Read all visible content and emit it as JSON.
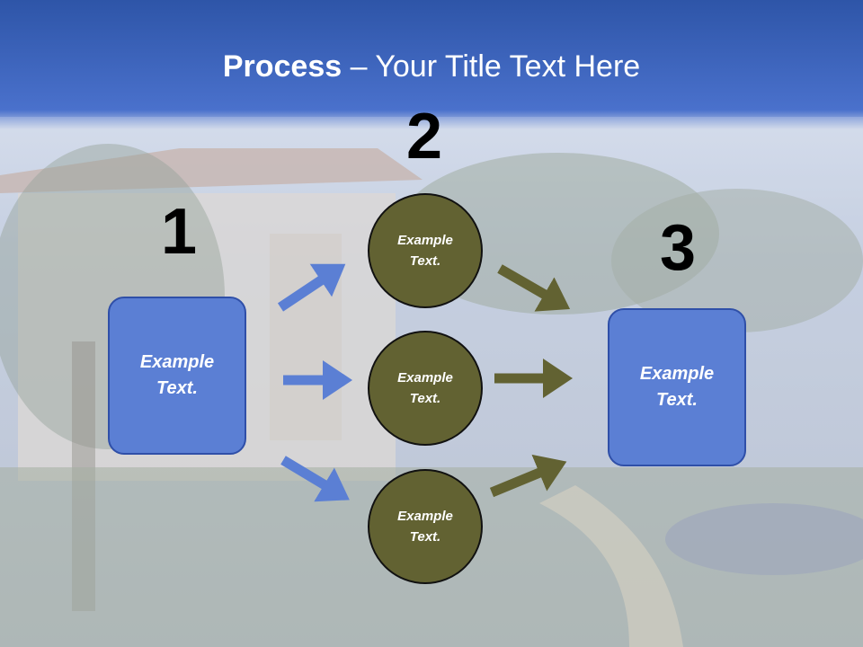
{
  "title": {
    "bold": "Process",
    "rest": " – Your Title Text Here"
  },
  "steps": {
    "one": "1",
    "two": "2",
    "three": "3"
  },
  "left_box": {
    "line1": "Example",
    "line2": "Text."
  },
  "circles": [
    {
      "line1": "Example",
      "line2": "Text."
    },
    {
      "line1": "Example",
      "line2": "Text."
    },
    {
      "line1": "Example",
      "line2": "Text."
    }
  ],
  "right_box": {
    "line1": "Example",
    "line2": "Text."
  },
  "colors": {
    "header_blue": "#3d63c4",
    "box_fill": "#5b7fd4",
    "circle_fill": "#626232",
    "arrow_blue": "#5b7fd4",
    "arrow_olive": "#626232"
  }
}
